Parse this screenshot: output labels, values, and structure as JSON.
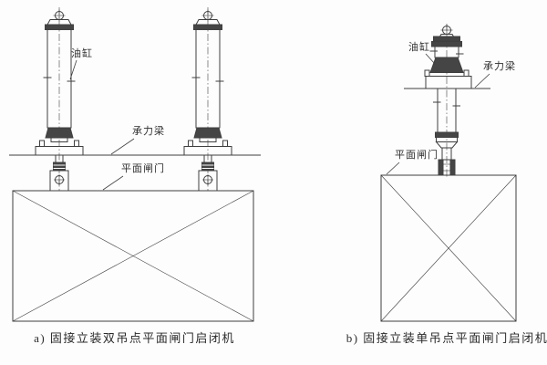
{
  "figure": {
    "colors": {
      "line": "#3f3f3f",
      "dark_fill": "#454545",
      "background": "#fdfdfd"
    },
    "diagram_a": {
      "caption": "a) 固接立装双吊点平面闸门启闭机",
      "labels": {
        "oil_cylinder": "油缸",
        "bearing_beam": "承力梁",
        "plane_gate": "平面闸门"
      }
    },
    "diagram_b": {
      "caption": "b) 固接立装单吊点平面闸门启闭机",
      "labels": {
        "oil_cylinder": "油缸",
        "bearing_beam": "承力梁",
        "plane_gate": "平面闸门"
      }
    }
  }
}
